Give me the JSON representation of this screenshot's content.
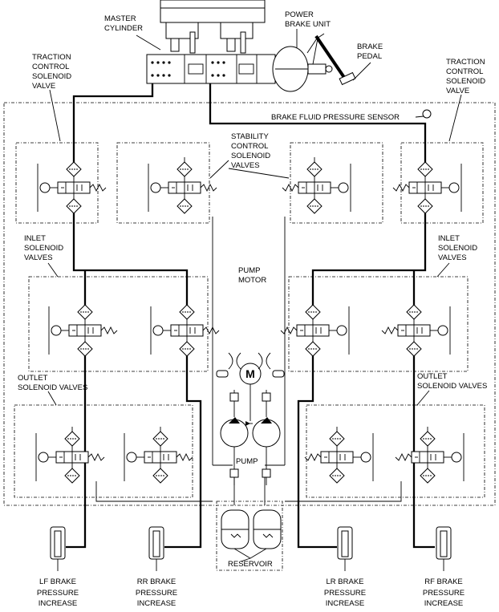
{
  "labels": {
    "master_cylinder": [
      "MASTER",
      "CYLINDER"
    ],
    "power_brake_unit": [
      "POWER",
      "BRAKE UNIT"
    ],
    "brake_pedal": [
      "BRAKE",
      "PEDAL"
    ],
    "traction_control_left": [
      "TRACTION",
      "CONTROL",
      "SOLENOID",
      "VALVE"
    ],
    "traction_control_right": [
      "TRACTION",
      "CONTROL",
      "SOLENOID",
      "VALVE"
    ],
    "brake_fluid_pressure_sensor": "BRAKE FLUID PRESSURE SENSOR",
    "stability_control": [
      "STABILITY",
      "CONTROL",
      "SOLENOID",
      "VALVES"
    ],
    "inlet_left": [
      "INLET",
      "SOLENOID",
      "VALVES"
    ],
    "inlet_right": [
      "INLET",
      "SOLENOID",
      "VALVES"
    ],
    "pump_motor": [
      "PUMP",
      "MOTOR"
    ],
    "motor_symbol": "M",
    "outlet_left": [
      "OUTLET",
      "SOLENOID VALVES"
    ],
    "outlet_right": [
      "OUTLET",
      "SOLENOID VALVES"
    ],
    "pump": "PUMP",
    "reservoir": "RESERVOIR",
    "wheels": [
      [
        "LF BRAKE",
        "PRESSURE",
        "INCREASE"
      ],
      [
        "RR BRAKE",
        "PRESSURE",
        "INCREASE"
      ],
      [
        "LR BRAKE",
        "PRESSURE",
        "INCREASE"
      ],
      [
        "RF BRAKE",
        "PRESSURE",
        "INCREASE"
      ]
    ]
  }
}
